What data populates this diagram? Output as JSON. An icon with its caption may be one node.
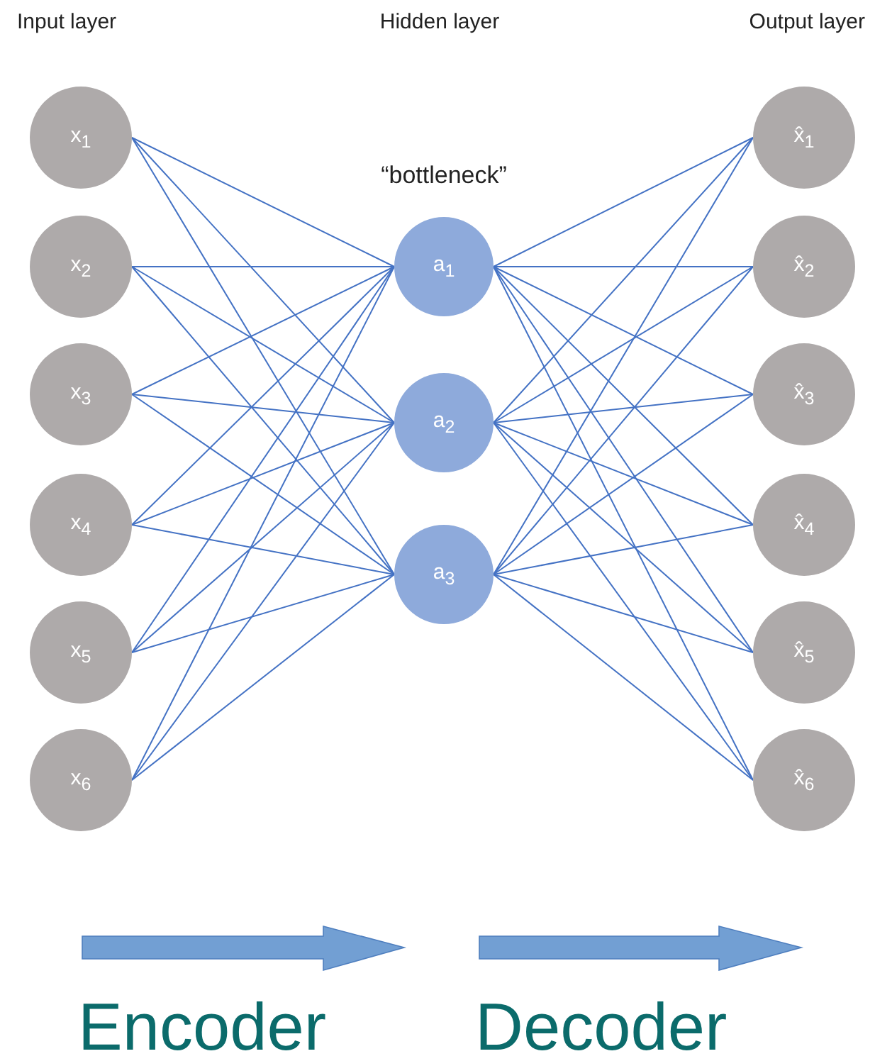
{
  "diagram": {
    "nodes": [
      {
        "text": [
          "x$_{1}$"
        ]
      },
      {
        "text": [
          "x$_{2}$"
        ]
      },
      {
        "text": [
          "x$_{3}$"
        ]
      },
      {
        "text": [
          "x$_{4}$"
        ]
      },
      {
        "text": [
          "x$_{5}$"
        ]
      },
      {
        "text": [
          "x$_{6}$"
        ]
      },
      {
        "text": [
          "a$_{1}$"
        ]
      },
      {
        "text": [
          "a$_{2}$"
        ]
      },
      {
        "text": [
          "a$_{3}$"
        ]
      },
      {
        "text": [
          "x̂$_{1}$"
        ]
      },
      {
        "text": [
          "x̂$_{2}$"
        ]
      },
      {
        "text": [
          "x̂$_{3}$"
        ]
      },
      {
        "text": [
          "x̂$_{4}$"
        ]
      },
      {
        "text": [
          "x̂$_{5}$"
        ]
      },
      {
        "text": [
          "x̂$_{6}$"
        ]
      }
    ],
    "edges": [
      {
        "from": 0,
        "to": 6,
        "arrow": "none"
      },
      {
        "from": 0,
        "to": 7,
        "arrow": "none"
      },
      {
        "from": 0,
        "to": 8,
        "arrow": "none"
      },
      {
        "from": 1,
        "to": 6,
        "arrow": "none"
      },
      {
        "from": 1,
        "to": 7,
        "arrow": "none"
      },
      {
        "from": 1,
        "to": 8,
        "arrow": "none"
      },
      {
        "from": 2,
        "to": 6,
        "arrow": "none"
      },
      {
        "from": 2,
        "to": 7,
        "arrow": "none"
      },
      {
        "from": 2,
        "to": 8,
        "arrow": "none"
      },
      {
        "from": 3,
        "to": 6,
        "arrow": "none"
      },
      {
        "from": 3,
        "to": 7,
        "arrow": "none"
      },
      {
        "from": 3,
        "to": 8,
        "arrow": "none"
      },
      {
        "from": 4,
        "to": 6,
        "arrow": "none"
      },
      {
        "from": 4,
        "to": 7,
        "arrow": "none"
      },
      {
        "from": 4,
        "to": 8,
        "arrow": "none"
      },
      {
        "from": 5,
        "to": 6,
        "arrow": "none"
      },
      {
        "from": 5,
        "to": 7,
        "arrow": "none"
      },
      {
        "from": 5,
        "to": 8,
        "arrow": "none"
      },
      {
        "from": 6,
        "to": 9,
        "arrow": "none"
      },
      {
        "from": 6,
        "to": 10,
        "arrow": "none"
      },
      {
        "from": 6,
        "to": 11,
        "arrow": "none"
      },
      {
        "from": 6,
        "to": 12,
        "arrow": "none"
      },
      {
        "from": 6,
        "to": 13,
        "arrow": "none"
      },
      {
        "from": 6,
        "to": 14,
        "arrow": "none"
      },
      {
        "from": 7,
        "to": 9,
        "arrow": "none"
      },
      {
        "from": 7,
        "to": 10,
        "arrow": "none"
      },
      {
        "from": 7,
        "to": 11,
        "arrow": "none"
      },
      {
        "from": 7,
        "to": 12,
        "arrow": "none"
      },
      {
        "from": 7,
        "to": 13,
        "arrow": "none"
      },
      {
        "from": 7,
        "to": 14,
        "arrow": "none"
      },
      {
        "from": 8,
        "to": 9,
        "arrow": "none"
      },
      {
        "from": 8,
        "to": 10,
        "arrow": "none"
      },
      {
        "from": 8,
        "to": 11,
        "arrow": "none"
      },
      {
        "from": 8,
        "to": 12,
        "arrow": "none"
      },
      {
        "from": 8,
        "to": 13,
        "arrow": "none"
      },
      {
        "from": 8,
        "to": 14,
        "arrow": "none"
      }
    ],
    "labels": [
      "Input layer",
      "Hidden layer",
      "Output layer",
      "“bottleneck”",
      "Encoder",
      "Decoder"
    ]
  }
}
